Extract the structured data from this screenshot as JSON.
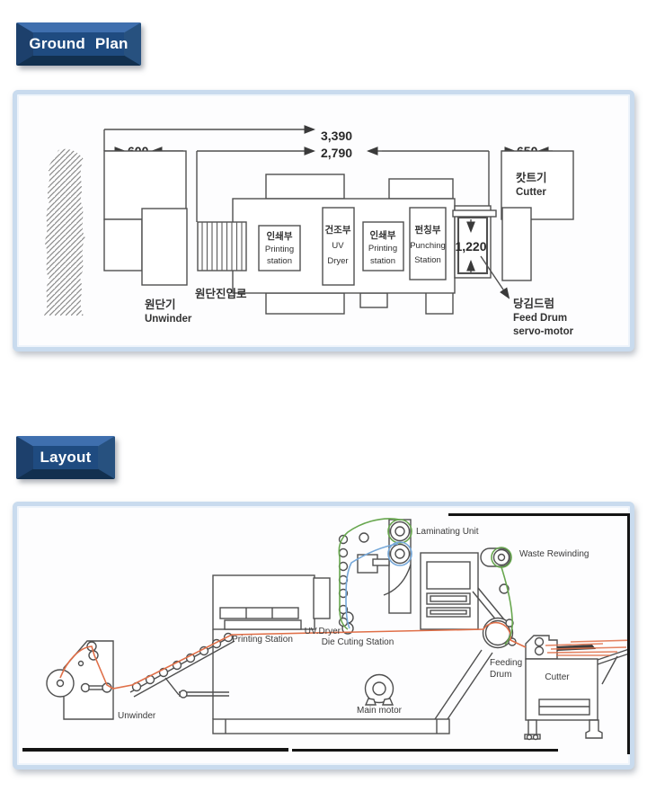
{
  "buttons": {
    "ground_plan": "Ground Plan",
    "layout": "Layout"
  },
  "colors": {
    "button_face": "#1f4b80",
    "button_bevel_top": "#3f6fae",
    "button_bevel_bottom": "#12304f",
    "panel_border": "#c9dbee",
    "diagram_line": "#4f4f4f",
    "web_main_orange": "#e06f48",
    "web_waste_green": "#68a74f",
    "web_liner_blue": "#74a7d9"
  },
  "ground_plan": {
    "dimensions": {
      "total": "3,390",
      "machine": "2,790",
      "unwinder": "600",
      "cutter": "650",
      "feed_drum": "1,220"
    },
    "labels": {
      "unwinder_ko": "원단기",
      "unwinder_en": "Unwinder",
      "entry_ko": "원단진입로",
      "printing1_ko": "인쇄부",
      "printing1_en_l1": "Printing",
      "printing1_en_l2": "station",
      "dryer_ko": "건조부",
      "dryer_en_l1": "UV",
      "dryer_en_l2": "Dryer",
      "printing2_ko": "인쇄부",
      "printing2_en_l1": "Printing",
      "printing2_en_l2": "station",
      "punching_ko": "펀칭부",
      "punching_en_l1": "Punching",
      "punching_en_l2": "Station",
      "cutter_ko": "캇트기",
      "cutter_en": "Cutter",
      "feed_drum_ko": "당김드럼",
      "feed_drum_en_l1": "Feed Drum",
      "feed_drum_en_l2": "servo-motor"
    }
  },
  "layout": {
    "labels": {
      "laminating_unit": "Laminating Unit",
      "waste_rewinding": "Waste Rewinding",
      "printing_station": "Printing Station",
      "uv_dryer": "UV.Dryer",
      "die_cutting_station": "Die Cuting Station",
      "feeding_drum_l1": "Feeding",
      "feeding_drum_l2": "Drum",
      "cutter": "Cutter",
      "main_motor": "Main motor",
      "unwinder": "Unwinder"
    }
  }
}
